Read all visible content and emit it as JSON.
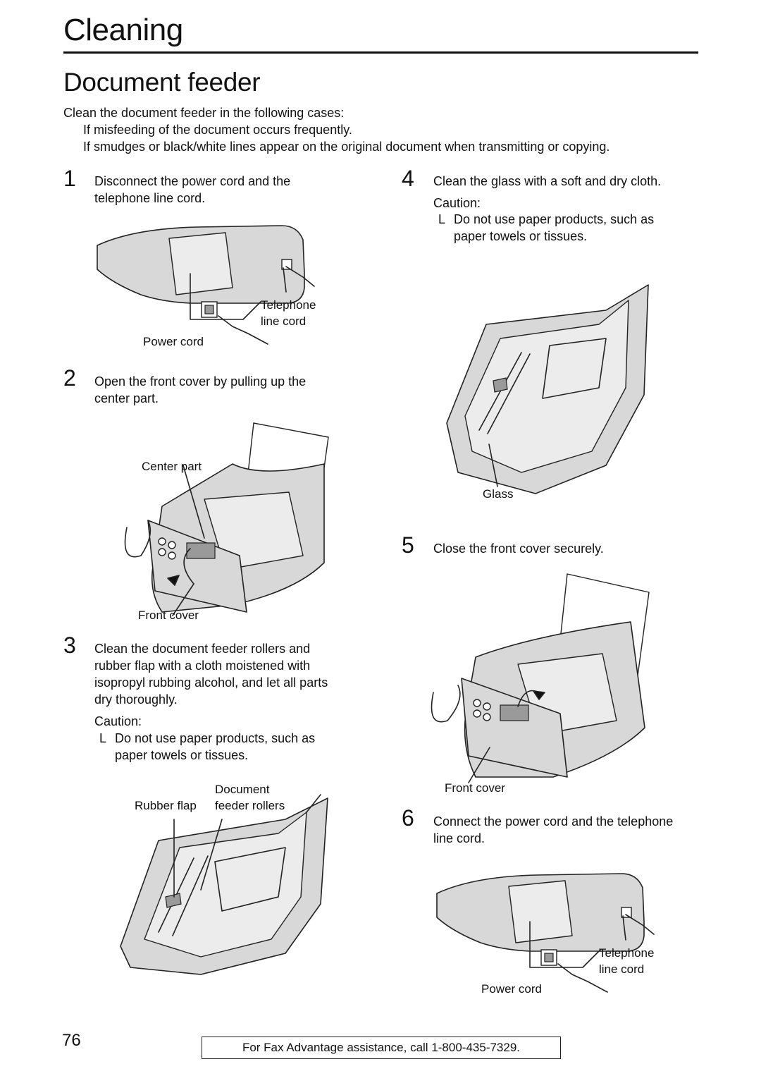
{
  "header": {
    "section_title": "Cleaning",
    "page_title": "Document feeder"
  },
  "intro": {
    "lead": "Clean the document feeder in the following cases:",
    "cases": [
      "If misfeeding of the document occurs frequently.",
      "If smudges or black/white lines appear on the original document when transmitting or copying."
    ]
  },
  "steps": [
    {
      "num": "1",
      "text_lines": [
        "Disconnect the power cord and the",
        "telephone line cord."
      ],
      "labels": {
        "telephone_line_1": "Telephone",
        "telephone_line_2": "line cord",
        "power_cord": "Power cord"
      }
    },
    {
      "num": "2",
      "text_lines": [
        "Open the front cover by pulling up the",
        "center part."
      ],
      "labels": {
        "center_part": "Center part",
        "front_cover": "Front cover"
      }
    },
    {
      "num": "3",
      "text_lines": [
        "Clean the document feeder rollers and",
        "rubber flap with a cloth moistened with",
        "isopropyl rubbing alcohol, and let all parts",
        "dry thoroughly."
      ],
      "caution_title": "Caution:",
      "caution_lines": [
        "Do not use paper products, such as",
        "paper towels or tissues."
      ],
      "bullet_glyph": "L",
      "labels": {
        "document_1": "Document",
        "document_2": "feeder rollers",
        "rubber_flap": "Rubber flap"
      }
    },
    {
      "num": "4",
      "text_lines": [
        "Clean the glass with a soft and dry cloth."
      ],
      "caution_title": "Caution:",
      "caution_lines": [
        "Do not use paper products, such as",
        "paper towels or tissues."
      ],
      "bullet_glyph": "L",
      "labels": {
        "glass": "Glass"
      }
    },
    {
      "num": "5",
      "text_lines": [
        "Close the front cover securely."
      ],
      "labels": {
        "front_cover": "Front cover"
      }
    },
    {
      "num": "6",
      "text_lines": [
        "Connect the power cord and the telephone",
        "line cord."
      ],
      "labels": {
        "telephone_line_1": "Telephone",
        "telephone_line_2": "line cord",
        "power_cord": "Power cord"
      }
    }
  ],
  "footer": {
    "page_number": "76",
    "assistance": "For Fax Advantage assistance, call 1-800-435-7329."
  }
}
